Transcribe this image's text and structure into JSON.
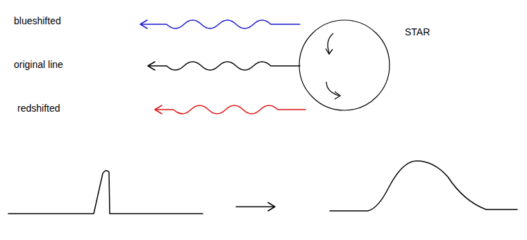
{
  "diagram": {
    "nodes": [
      {
        "text": [
          "STAR"
        ]
      }
    ],
    "labels": [
      "blueshifted",
      "original line",
      "redshifted"
    ]
  }
}
